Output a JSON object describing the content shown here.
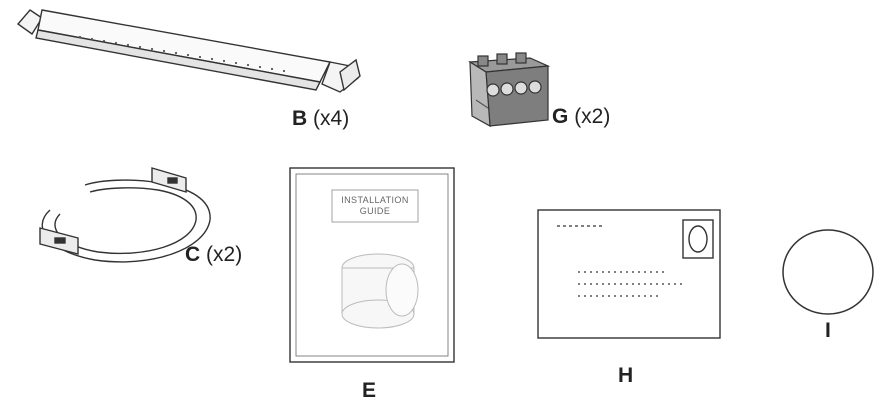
{
  "parts": [
    {
      "key": "B",
      "letter": "B",
      "qty": "(x4)",
      "icon": "mounting-rail"
    },
    {
      "key": "G",
      "letter": "G",
      "qty": "(x2)",
      "icon": "terminal-connector"
    },
    {
      "key": "C",
      "letter": "C",
      "qty": "(x2)",
      "icon": "mounting-ring"
    },
    {
      "key": "E",
      "letter": "E",
      "qty": "",
      "icon": "installation-guide"
    },
    {
      "key": "H",
      "letter": "H",
      "qty": "",
      "icon": "template-card"
    },
    {
      "key": "I",
      "letter": "I",
      "qty": "",
      "icon": "round-cover"
    }
  ],
  "guide": {
    "line1": "INSTALLATION",
    "line2": "GUIDE"
  }
}
